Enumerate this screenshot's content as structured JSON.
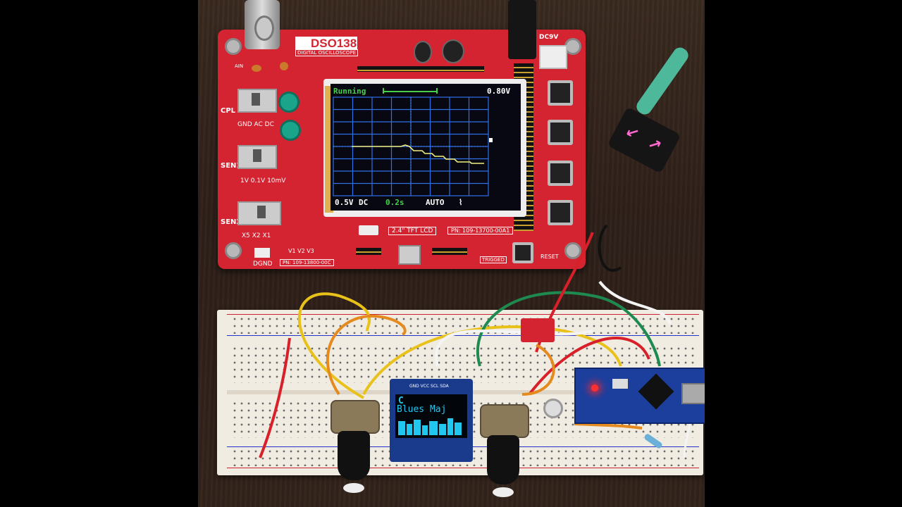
{
  "oscilloscope": {
    "brand": "DSO138",
    "subtitle": "DIGITAL OSCILLOSCOPE",
    "labels": {
      "cpl": "CPL",
      "coupling": "GND  AC  DC",
      "sen1": "SEN1",
      "sen1_values": "1V  0.1V  10mV",
      "sen2": "SEN2",
      "sen2_values": "X5   X2   X1",
      "dgnd": "DGND",
      "pn_board": "PN: 109-13800-00C",
      "lcd_label": "2.4\" TFT LCD",
      "pn_lcd": "PN: 109-13700-00A1",
      "dc9v": "DC9V",
      "triggered": "TRIGGED",
      "reset": "RESET",
      "ain": "AIN",
      "v_labels": "V1   V2   V3"
    },
    "screen": {
      "status": "Running",
      "trigger_level": "0.80V",
      "volts_div": "0.5V",
      "coupling": "DC",
      "time_div": "0.2s",
      "mode": "AUTO",
      "edge": "⌇"
    }
  },
  "oled": {
    "header": "GND VCC SCL SDA",
    "line1": "C",
    "line2": "Blues Maj"
  },
  "colors": {
    "pcb": "#d42431",
    "grid": "#2f6fe8",
    "trace": "#f0f080",
    "status_green": "#46d04a",
    "oled_text": "#22c7f0"
  }
}
